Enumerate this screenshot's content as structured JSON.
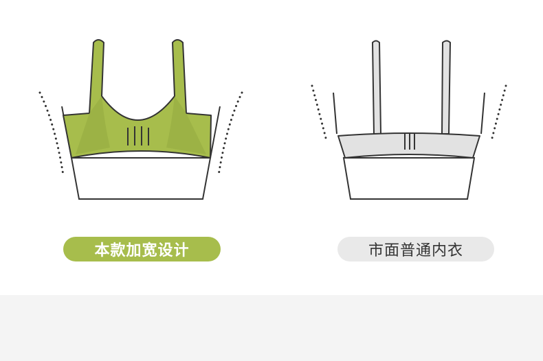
{
  "colors": {
    "accent": "#a7bd4c",
    "accent_dark": "#93aa3f",
    "gray_fill": "#e2e2e2",
    "gray_pill": "#e9e9e9",
    "outline": "#333333",
    "label_light": "#ffffff",
    "label_dark": "#333333"
  },
  "comparison": {
    "left": {
      "label": "本款加宽设计",
      "icon": "wide-band-bra-illustration"
    },
    "right": {
      "label": "市面普通内衣",
      "icon": "ordinary-bra-illustration"
    }
  }
}
